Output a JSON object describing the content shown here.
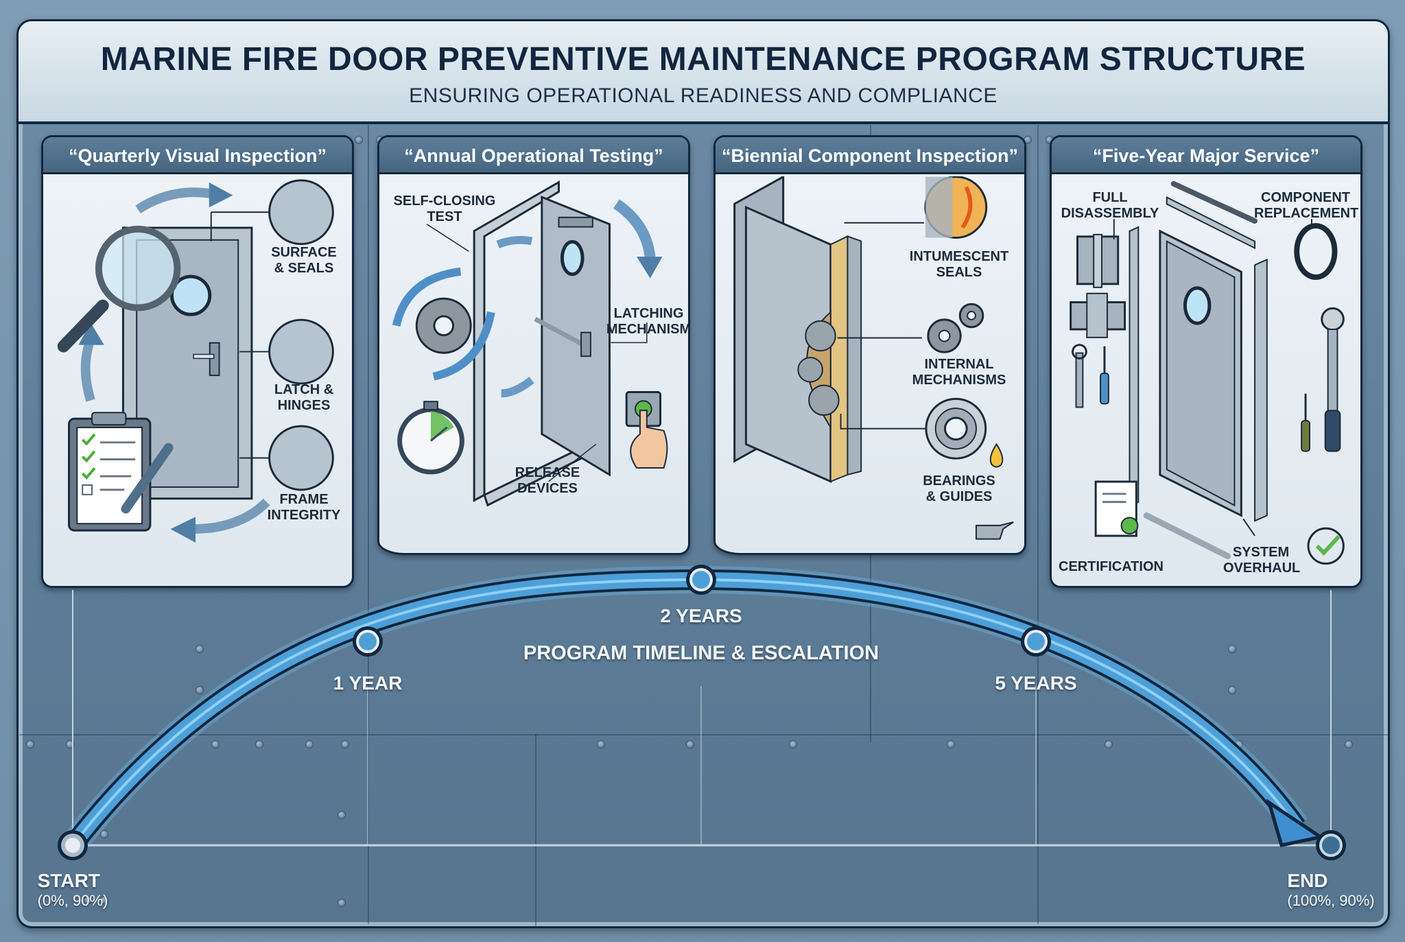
{
  "header": {
    "title": "MARINE FIRE DOOR PREVENTIVE MAINTENANCE PROGRAM STRUCTURE",
    "subtitle": "ENSURING OPERATIONAL READINESS AND COMPLIANCE"
  },
  "panels": [
    {
      "title": "“Quarterly Visual Inspection”",
      "labels": [
        "SURFACE\n& SEALS",
        "LATCH &\nHINGES",
        "FRAME\nINTEGRITY"
      ],
      "icons": [
        "magnifier-icon",
        "door-icon",
        "clipboard-checklist-icon",
        "pen-icon",
        "cycle-arrows-icon"
      ]
    },
    {
      "title": "“Annual Operational Testing”",
      "labels": [
        "SELF-CLOSING\nTEST",
        "LATCHING\nMECHANISM",
        "RELEASE\nDEVICES"
      ],
      "icons": [
        "gear-icon",
        "stopwatch-icon",
        "open-door-icon",
        "push-button-icon"
      ]
    },
    {
      "title": "“Biennial Component Inspection”",
      "labels": [
        "INTUMESCENT\nSEALS",
        "INTERNAL\nMECHANISMS",
        "BEARINGS\n& GUIDES"
      ],
      "icons": [
        "cutaway-door-icon",
        "flame-seal-icon",
        "gears-icon",
        "bearing-icon",
        "oil-drop-icon",
        "oil-can-icon"
      ]
    },
    {
      "title": "“Five-Year Major Service”",
      "labels": [
        "FULL\nDISASSEMBLY",
        "COMPONENT\nREPLACEMENT",
        "CERTIFICATION",
        "SYSTEM\nOVERHAUL"
      ],
      "icons": [
        "hinge-icon",
        "latch-icon",
        "wrench-icon",
        "screwdriver-icon",
        "exploded-door-icon",
        "gasket-ring-icon",
        "torque-wrench-icon",
        "certificate-icon",
        "checkmark-icon"
      ]
    }
  ],
  "timeline": {
    "title": "PROGRAM TIMELINE & ESCALATION",
    "milestones": [
      {
        "label": "START",
        "sub": "(0%, 90%)"
      },
      {
        "label": "1 YEAR"
      },
      {
        "label": "2 YEARS"
      },
      {
        "label": "5 YEARS"
      },
      {
        "label": "END",
        "sub": "(100%, 90%)"
      }
    ]
  },
  "colors": {
    "navy": "#10273f",
    "panel_header": "#4f6f8a",
    "timeline_blue": "#3f8fd0",
    "timeline_glow": "#6fc0f0",
    "background": "#6e8ca6",
    "check_green": "#5cb84a"
  }
}
